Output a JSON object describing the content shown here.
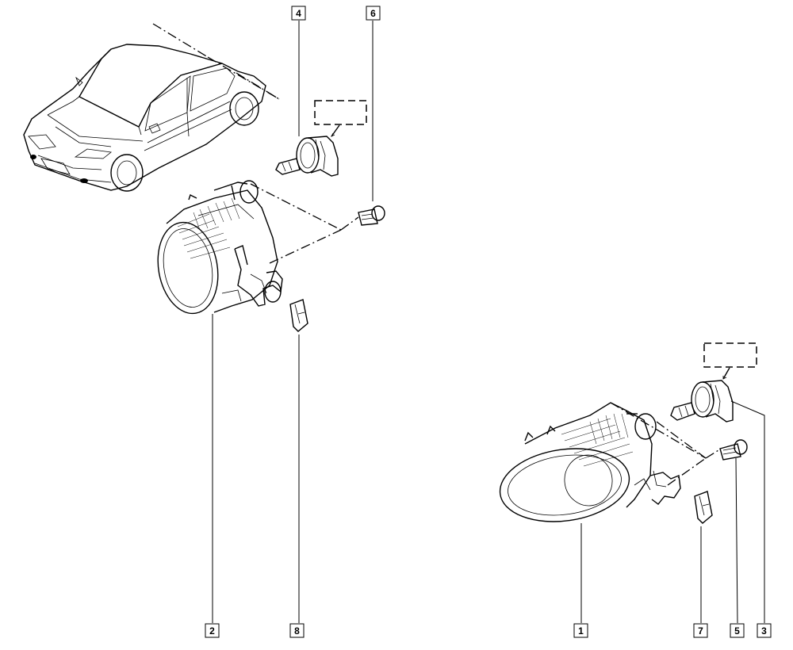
{
  "callouts": {
    "c1": "1",
    "c2": "2",
    "c3": "3",
    "c4": "4",
    "c5": "5",
    "c6": "6",
    "c7": "7",
    "c8": "8"
  },
  "line_color": "#000000",
  "background_color": "#ffffff"
}
